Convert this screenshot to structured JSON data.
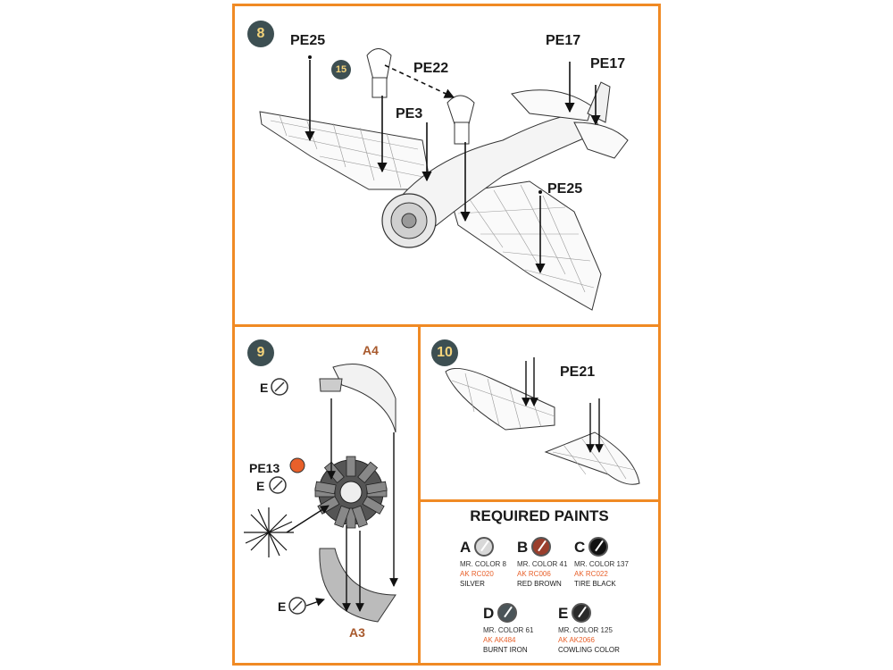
{
  "steps": {
    "s8": {
      "number": "8",
      "labels": {
        "pe25_top": "PE25",
        "pe22": "PE22",
        "pe3": "PE3",
        "pe17_a": "PE17",
        "pe17_b": "PE17",
        "pe25_right": "PE25"
      },
      "ref_badge": "15"
    },
    "s9": {
      "number": "9",
      "labels": {
        "a4": "A4",
        "a3": "A3",
        "e_top": "E",
        "pe13": "PE13",
        "e_mid": "E",
        "e_bottom": "E"
      }
    },
    "s10": {
      "number": "10",
      "labels": {
        "pe21": "PE21"
      }
    }
  },
  "paints": {
    "title": "REQUIRED PAINTS",
    "items": [
      {
        "letter": "A",
        "mr": "MR. COLOR 8",
        "ak": "AK RC020",
        "name": "SILVER",
        "color": "#d8d8d8"
      },
      {
        "letter": "B",
        "mr": "MR. COLOR 41",
        "ak": "AK RC006",
        "name": "RED BROWN",
        "color": "#9a3e2c"
      },
      {
        "letter": "C",
        "mr": "MR. COLOR 137",
        "ak": "AK RC022",
        "name": "TIRE BLACK",
        "color": "#111111"
      },
      {
        "letter": "D",
        "mr": "MR. COLOR 61",
        "ak": "AK AK484",
        "name": "BURNT IRON",
        "color": "#4a5458"
      },
      {
        "letter": "E",
        "mr": "MR. COLOR 125",
        "ak": "AK AK2066",
        "name": "COWLING COLOR",
        "color": "#2a2a2a"
      }
    ]
  }
}
